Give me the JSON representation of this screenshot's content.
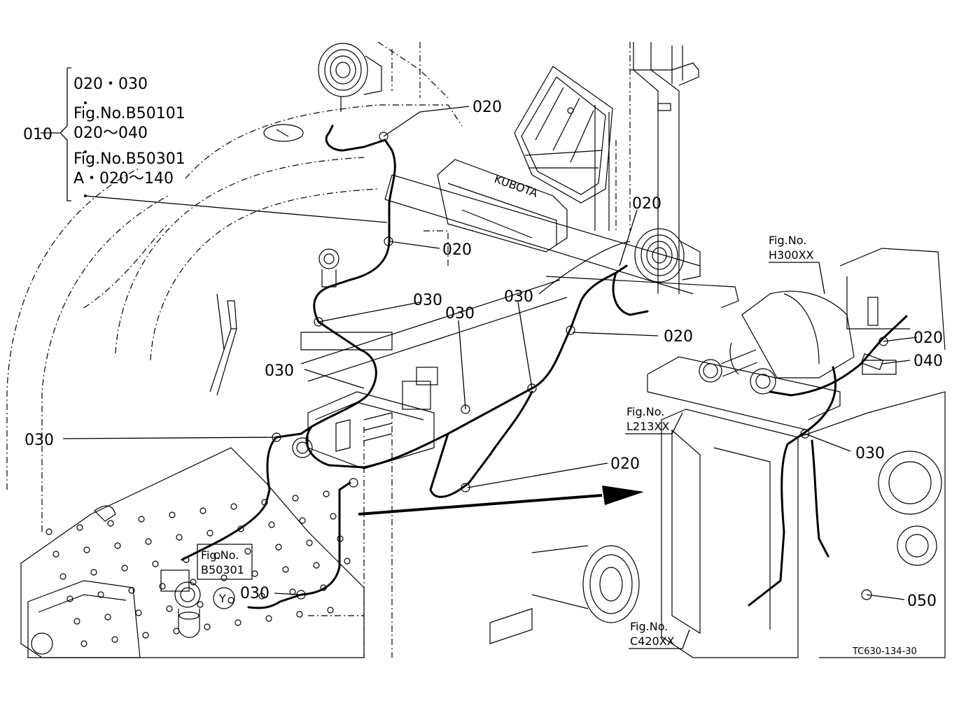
{
  "callouts": {
    "group_010": "010",
    "group_lines": [
      "020・030",
      "Fig.No.B50101",
      "020～040",
      "Fig.No.B50301",
      "A・020～140"
    ],
    "p020_top": "020",
    "p020_mid": "020",
    "p020_lamp_right": "020",
    "p020_frame": "020",
    "p020_lower": "020",
    "p020_rear": "020",
    "p030_a": "030",
    "p030_b": "030",
    "p030_c": "030",
    "p030_d": "030",
    "p030_left": "030",
    "p030_bottom": "030",
    "p030_rear": "030",
    "p040_rear": "040",
    "p050_rear": "050"
  },
  "refs": {
    "h300": [
      "Fig.No.",
      "H300XX"
    ],
    "l213": [
      "Fig.No.",
      "L213XX"
    ],
    "c420": [
      "Fig.No.",
      "C420XX"
    ],
    "b50301": [
      "Fig.No.",
      "B50301"
    ],
    "y_marker": "Y"
  },
  "brand": "KUBOTA",
  "drawing_code": "TC630-134-30"
}
